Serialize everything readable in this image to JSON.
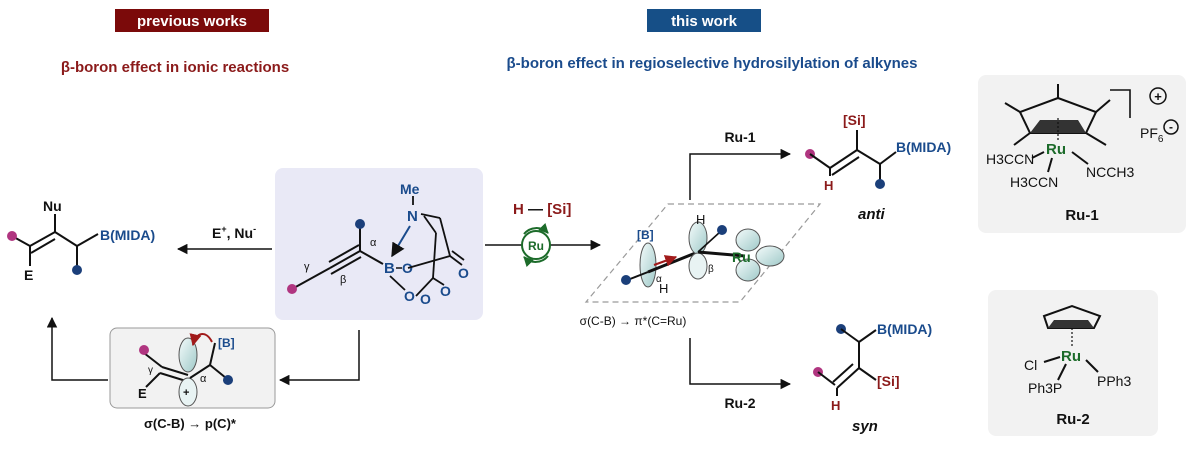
{
  "headers": {
    "previous_works": "previous works",
    "this_work": "this work"
  },
  "subtitles": {
    "left": "β-boron effect in ionic reactions",
    "right": "β-boron effect in regioselective hydrosilylation of alkynes"
  },
  "reagents": {
    "electrophile_base": "E",
    "electrophile_sup": "+",
    "separator": ", ",
    "nucleophile_base": "Nu",
    "nucleophile_sup": "-",
    "hydrosilane_h": "H",
    "hydrosilane_si": "[Si]",
    "ru_catalyst_label": "Ru",
    "ru1_arrow_label": "Ru-1",
    "ru2_arrow_label": "Ru-2"
  },
  "substrate": {
    "n_methyl": "Me",
    "nitrogen": "N",
    "boron": "B",
    "oxygen": "O",
    "gamma": "γ",
    "beta": "β",
    "alpha": "α"
  },
  "ionic_product": {
    "nucleophile": "Nu",
    "boron_group": "B(MIDA)",
    "electrophile": "E"
  },
  "carbocation_intermediate": {
    "boron_label": "[B]",
    "gamma": "γ",
    "alpha": "α",
    "plus": "+",
    "electrophile": "E",
    "caption": "σ(C-B) → p(C)*"
  },
  "ru_transition_state": {
    "boron_label": "[B]",
    "hydrogen_top": "H",
    "hydrogen_bottom": "H",
    "alpha": "α",
    "beta": "β",
    "ruthenium": "Ru",
    "caption": "σ(C-B) → π*(C=Ru)"
  },
  "anti_product": {
    "silicon": "[Si]",
    "boron_group": "B(MIDA)",
    "hydrogen": "H",
    "stereo_label": "anti"
  },
  "syn_product": {
    "boron_group": "B(MIDA)",
    "silicon": "[Si]",
    "hydrogen": "H",
    "stereo_label": "syn"
  },
  "ru1_complex": {
    "ruthenium": "Ru",
    "ligand_left_upper": "H3CCN",
    "ligand_left_lower": "H3CCN",
    "ligand_right": "NCCH3",
    "counterion_base": "PF",
    "counterion_sub": "6",
    "charge_plus": "+",
    "charge_minus": "-",
    "name": "Ru-1"
  },
  "ru2_complex": {
    "ruthenium": "Ru",
    "chloride": "Cl",
    "phosphine_left": "Ph3P",
    "phosphine_right": "PPh3",
    "name": "Ru-2"
  },
  "colors": {
    "header_red": "#7b0a0a",
    "header_blue": "#164f87",
    "boron_blue": "#1a4b8c",
    "silicon_red": "#8b1a1a",
    "ruthenium_green": "#1c6b2a",
    "magenta_dot": "#b03580",
    "navy_dot": "#1b3f7a",
    "panel_lavender": "#e9e9f6",
    "panel_grey": "#f2f2f2"
  }
}
